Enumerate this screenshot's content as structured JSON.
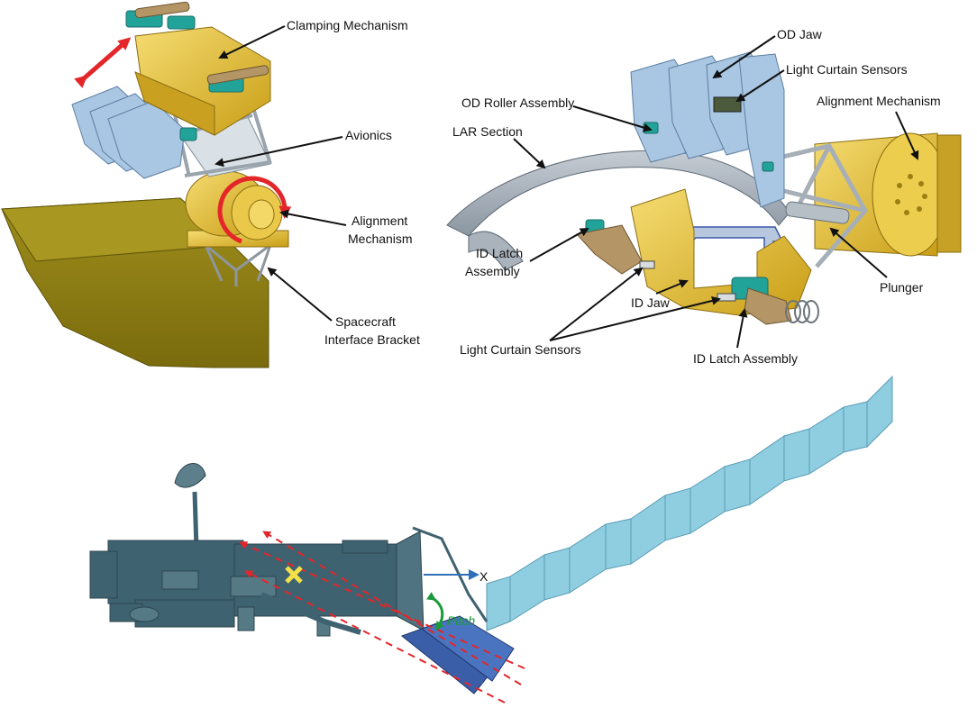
{
  "panel_a": {
    "labels": {
      "clamping": "Clamping Mechanism",
      "avionics": "Avionics",
      "alignment_1": "Alignment",
      "alignment_2": "Mechanism",
      "bracket_1": "Spacecraft",
      "bracket_2": "Interface Bracket"
    }
  },
  "panel_b": {
    "labels": {
      "od_jaw": "OD Jaw",
      "light_curtain_top": "Light Curtain Sensors",
      "od_roller": "OD Roller Assembly",
      "alignment": "Alignment Mechanism",
      "lar": "LAR Section",
      "id_latch_left_1": "ID Latch",
      "id_latch_left_2": "Assembly",
      "plunger": "Plunger",
      "id_jaw": "ID Jaw",
      "light_curtain_bottom": "Light Curtain Sensors",
      "id_latch_bottom": "ID Latch Assembly"
    }
  },
  "panel_c": {
    "labels": {
      "x_axis": "X",
      "pitch": "Pitch"
    }
  },
  "colors": {
    "yellow": "#e8c23a",
    "olive": "#8f7f12",
    "blue": "#a9c6e2",
    "teal": "#22a39a",
    "craft": "#3f6270",
    "solar": "#8fcde0",
    "red": "#e3262a",
    "green": "#1a9a3a",
    "arrow_blue": "#2f6fb8"
  }
}
